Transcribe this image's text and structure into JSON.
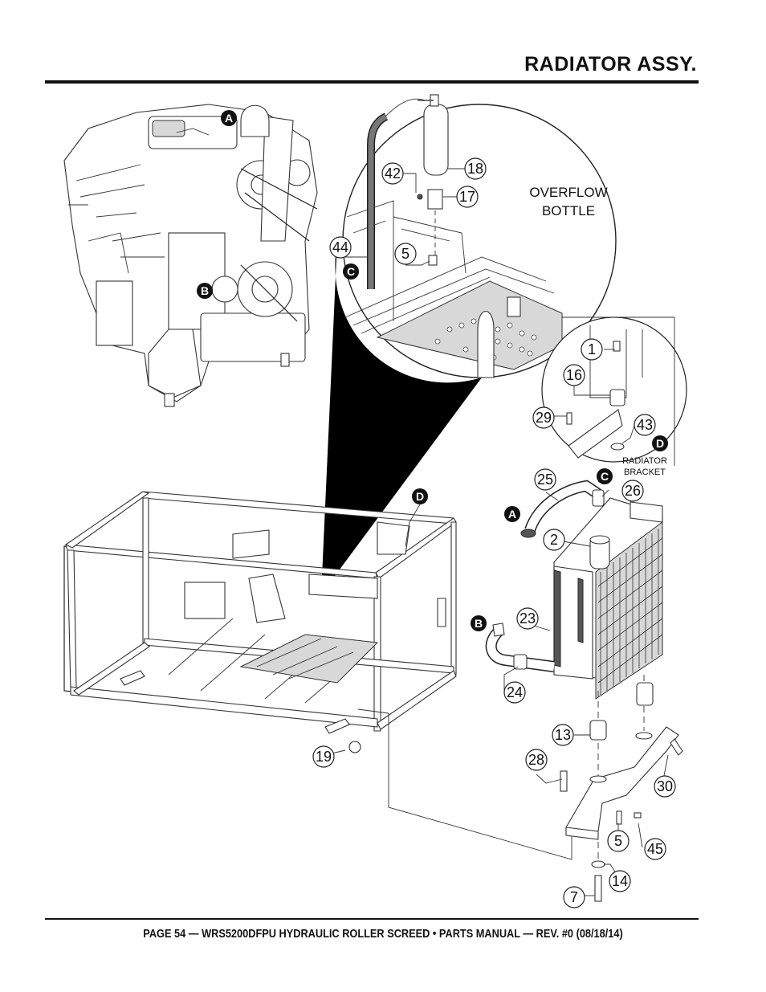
{
  "header": {
    "title": "RADIATOR ASSY."
  },
  "footer": {
    "text": "PAGE 54 — WRS5200DFPU HYDRAULIC ROLLER SCREED • PARTS MANUAL  — REV. #0 (08/18/14)"
  },
  "callouts": {
    "overflow_line1": "OVERFLOW",
    "overflow_line2": "BOTTLE",
    "bracket_line1": "RADIATOR",
    "bracket_line2": "BRACKET"
  },
  "letters": {
    "a1": "A",
    "a2": "A",
    "b1": "B",
    "b2": "B",
    "c1": "C",
    "c2": "C",
    "d1": "D",
    "d2": "D"
  },
  "parts": {
    "p18": "18",
    "p42": "42",
    "p17": "17",
    "p44": "44",
    "p5a": "5",
    "p1": "1",
    "p16": "16",
    "p29": "29",
    "p43": "43",
    "p25": "25",
    "p26": "26",
    "p2": "2",
    "p23": "23",
    "p24": "24",
    "p13": "13",
    "p28": "28",
    "p30": "30",
    "p5b": "5",
    "p45": "45",
    "p14": "14",
    "p7": "7",
    "p19": "19"
  }
}
